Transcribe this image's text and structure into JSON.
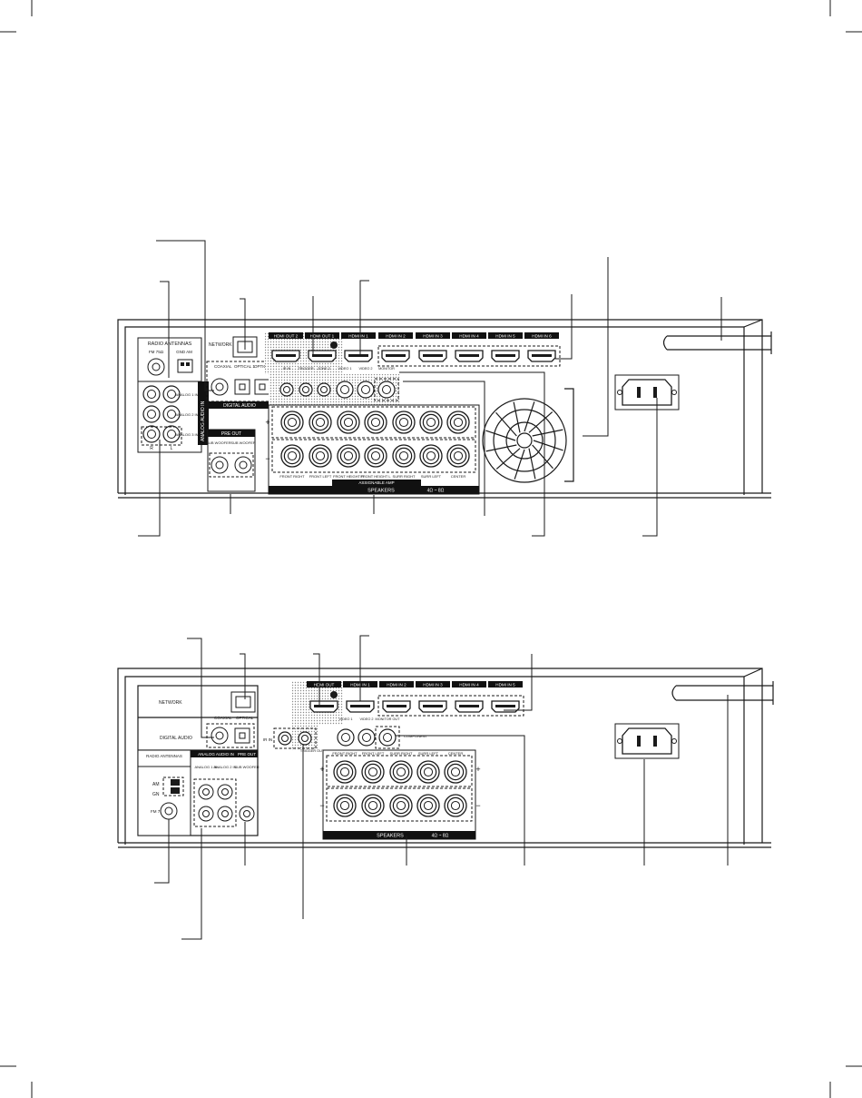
{
  "colors": {
    "ink": "#1a1a1a",
    "panel": "#ffffff",
    "dots": "#9a9a9a",
    "bar": "#111111",
    "bar_text": "#ffffff"
  },
  "top": {
    "network": "NETWORK",
    "antenna_title": "RADIO ANTENNAS",
    "fm_label": "FM 75Ω",
    "am_label": "GND AM",
    "digital_audio": "DIGITAL AUDIO",
    "coaxial": "COAXIAL",
    "optical_1": "OPTICAL 1",
    "optical_2": "OPTICAL 2",
    "analog_audio_in": "ANALOG AUDIO IN",
    "analog_in_labels": [
      "ANALOG 1 IN",
      "ANALOG 2 IN",
      "ANALOG 3 IN"
    ],
    "rl": [
      "R",
      "L"
    ],
    "pre_out": "PRE OUT",
    "sub_woofer": [
      "SUB WOOFER",
      "SUB WOOFER"
    ],
    "hdmi_labels": [
      "HDMI OUT 2",
      "HDMI OUT 1",
      "HDMI IN 1",
      "HDMI IN 2",
      "HDMI IN 3",
      "HDMI IN 4",
      "HDMI IN 5",
      "HDMI IN 6"
    ],
    "video_labels": [
      "IR IN",
      "TRIGGER",
      "ZONE 2",
      "VIDEO 1",
      "VIDEO 2",
      "MONITOR"
    ],
    "speaker_labels": [
      "FRONT RIGHT",
      "FRONT LEFT",
      "FRONT HEIGHT R",
      "FRONT HEIGHT L",
      "SURR RIGHT",
      "SURR LEFT",
      "CENTER"
    ],
    "assignable_amp": "ASSIGNABLE AMP",
    "speakers": "SPEAKERS",
    "impedance": "4Ω ~ 8Ω",
    "plus": "+",
    "minus": "−"
  },
  "bottom": {
    "network": "NETWORK",
    "digital_audio": "DIGITAL AUDIO",
    "coaxial": "COAXIAL",
    "optical": "OPTICAL",
    "radio_antennas": "RADIO ANTENNAS",
    "analog_audio_in": "ANALOG AUDIO IN",
    "pre_out": "PRE OUT",
    "analog_in_labels": [
      "ANALOG 1 IN",
      "ANALOG 2 IN"
    ],
    "sub_woofer": "SUB WOOFER",
    "am": "AM",
    "gnd": "GN",
    "fm": "FM 75Ω",
    "ir_in": "IR IN",
    "trigger_out": "TRIGGER OUT",
    "hdmi_labels": [
      "HDMI OUT",
      "HDMI IN 1",
      "HDMI IN 2",
      "HDMI IN 3",
      "HDMI IN 4",
      "HDMI IN 5"
    ],
    "video_labels": [
      "VIDEO 1",
      "VIDEO 2",
      "MONITOR OUT"
    ],
    "component": "COMPONENT",
    "speaker_labels": [
      "FRONT RIGHT",
      "FRONT LEFT",
      "SURR RIGHT",
      "SURR LEFT",
      "CENTER"
    ],
    "speakers": "SPEAKERS",
    "impedance": "4Ω ~ 8Ω",
    "plus": "+",
    "minus": "−"
  }
}
